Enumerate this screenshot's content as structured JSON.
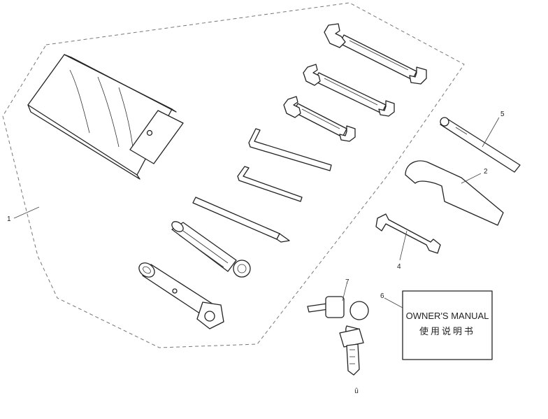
{
  "callouts": {
    "c1": "1",
    "c2": "2",
    "c4": "4",
    "c5": "5",
    "c6": "6",
    "c7": "7"
  },
  "manual": {
    "title": "OWNER'S MANUAL",
    "subtitle": "使用说明书"
  },
  "footer_mark": "ȗ"
}
